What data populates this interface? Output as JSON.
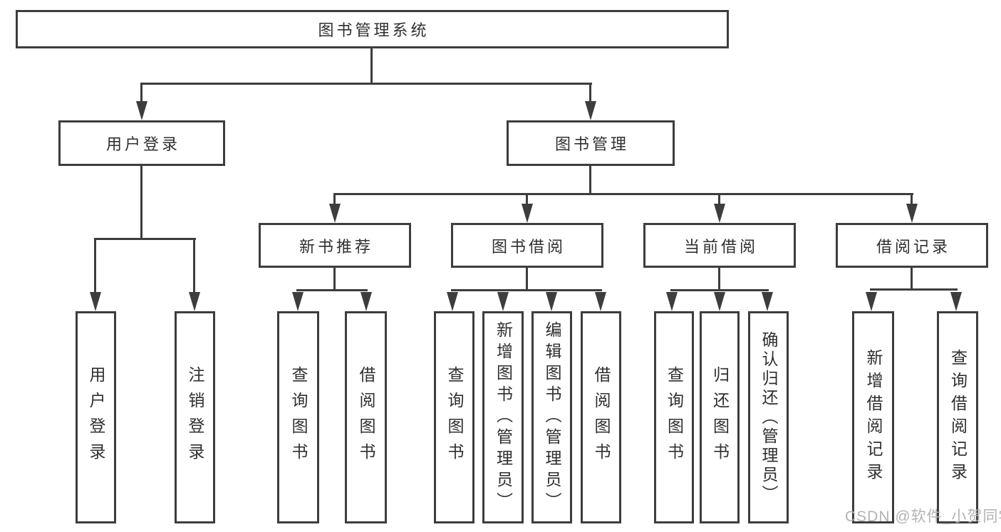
{
  "diagram": {
    "type": "hierarchy-diagram",
    "title": "图书管理系统",
    "colors": {
      "line": "#3d3d3d",
      "text": "#2f2f2f",
      "background": "#ffffff",
      "watermark": "#b3b3b3"
    },
    "tree": {
      "root": {
        "label": "图书管理系统"
      },
      "branches": [
        {
          "label": "用户登录",
          "leaves": [
            "用户登录",
            "注销登录"
          ]
        },
        {
          "label": "图书管理",
          "groups": [
            {
              "label": "新书推荐",
              "leaves": [
                "查询图书",
                "借阅图书"
              ]
            },
            {
              "label": "图书借阅",
              "leaves": [
                "查询图书",
                "新增图书（管理员）",
                "编辑图书（管理员）",
                "借阅图书"
              ]
            },
            {
              "label": "当前借阅",
              "leaves": [
                "查询图书",
                "归还图书",
                "确认归还（管理员）"
              ]
            },
            {
              "label": "借阅记录",
              "leaves": [
                "新增借阅记录",
                "查询借阅记录"
              ]
            }
          ]
        }
      ]
    },
    "watermark": {
      "text": "CSDN @软件_小贺同学"
    }
  }
}
